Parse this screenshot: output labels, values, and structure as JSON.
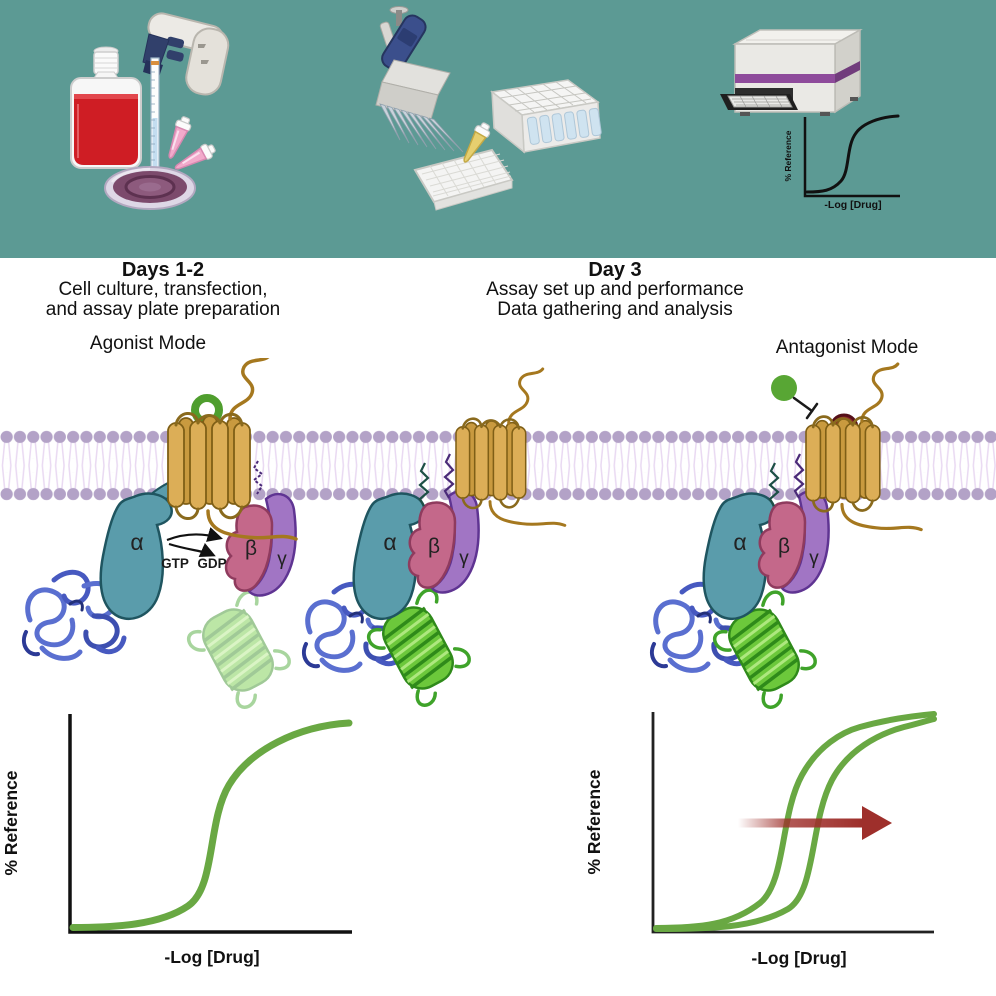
{
  "banner": {
    "bg_color": "#5C9A94"
  },
  "steps": {
    "days12": {
      "title": "Days 1-2",
      "lines": [
        "Cell culture, transfection,",
        "and assay plate preparation"
      ]
    },
    "day3": {
      "title": "Day 3",
      "lines": [
        "Assay set up and performance",
        "Data gathering and analysis"
      ]
    }
  },
  "modes": {
    "agonist": "Agonist Mode",
    "antagonist": "Antagonist Mode"
  },
  "diagram": {
    "subunits": {
      "alpha": "α",
      "beta": "β",
      "gamma": "γ"
    },
    "exchange": {
      "gtp": "GTP",
      "gdp": "GDP"
    },
    "colors": {
      "membrane_head": "#b3a2c7",
      "membrane_tail": "#e9d9f2",
      "receptor": "#dcae57",
      "alpha_subunit": "#5a9cab",
      "beta_subunit": "#c4688a",
      "gamma_subunit": "#a175c4",
      "gfp_barrel": "#6cc83b",
      "luciferase_ribbon": "#5a6fd0",
      "agonist_ligand": "#58a634",
      "antagonist_ligand": "#8f2230"
    }
  },
  "graphs": {
    "y_label": "% Reference",
    "x_label": "-Log [Drug]",
    "curve_color": "#69a843",
    "axis_color": "#111111",
    "shift_arrow_color": "#9e2f2b"
  },
  "chart_data": [
    {
      "type": "line",
      "title": "",
      "xlabel": "-Log [Drug]",
      "ylabel": "% Reference",
      "axis_ticks": "none shown",
      "series": [
        {
          "name": "dose-response",
          "shape": "increasing sigmoid",
          "color": "#111111",
          "points_normalized": [
            [
              0,
              2
            ],
            [
              2,
              3
            ],
            [
              3,
              8
            ],
            [
              4,
              25
            ],
            [
              5,
              55
            ],
            [
              6,
              85
            ],
            [
              7,
              95
            ],
            [
              8,
              98
            ],
            [
              10,
              99
            ]
          ]
        }
      ],
      "legend": "none",
      "grid": false
    },
    {
      "type": "line",
      "title": "",
      "xlabel": "-Log [Drug]",
      "ylabel": "% Reference",
      "axis_ticks": "none shown",
      "series": [
        {
          "name": "agonist curve",
          "shape": "increasing sigmoid",
          "color": "#69a843",
          "points_normalized": [
            [
              0,
              2
            ],
            [
              2,
              3
            ],
            [
              3,
              8
            ],
            [
              4,
              25
            ],
            [
              5,
              55
            ],
            [
              6,
              85
            ],
            [
              7,
              95
            ],
            [
              8,
              98
            ],
            [
              10,
              99
            ]
          ]
        }
      ],
      "legend": "none",
      "grid": false
    },
    {
      "type": "line",
      "title": "",
      "xlabel": "-Log [Drug]",
      "ylabel": "% Reference",
      "axis_ticks": "none shown",
      "series": [
        {
          "name": "left curve",
          "shape": "increasing sigmoid",
          "color": "#69a843",
          "points_normalized": [
            [
              0,
              2
            ],
            [
              2,
              3
            ],
            [
              3,
              8
            ],
            [
              4,
              25
            ],
            [
              5,
              55
            ],
            [
              6,
              85
            ],
            [
              7,
              95
            ],
            [
              8,
              98
            ],
            [
              10,
              99
            ]
          ]
        },
        {
          "name": "right-shifted curve",
          "shape": "increasing sigmoid shifted right",
          "color": "#69a843",
          "points_normalized": [
            [
              0,
              2
            ],
            [
              3,
              3
            ],
            [
              4,
              8
            ],
            [
              5,
              25
            ],
            [
              6,
              55
            ],
            [
              7,
              85
            ],
            [
              8,
              95
            ],
            [
              9,
              98
            ],
            [
              10,
              99
            ]
          ]
        }
      ],
      "annotation": "dark red rightward shift arrow with faded tail",
      "legend": "none",
      "grid": false
    }
  ]
}
